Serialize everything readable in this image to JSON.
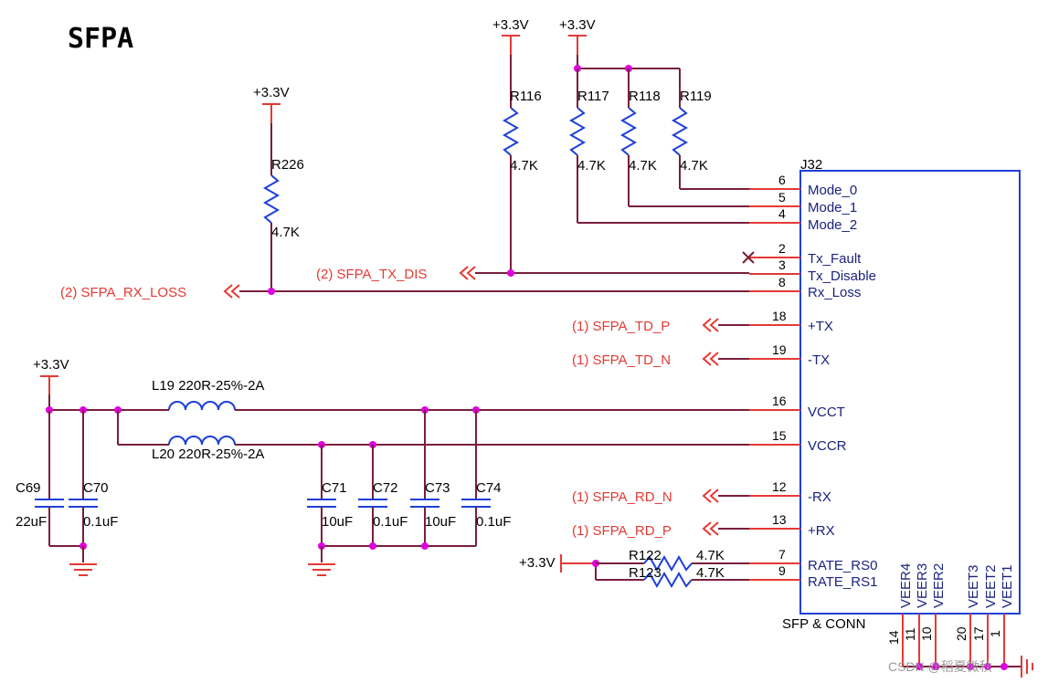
{
  "title": "SFPA",
  "power_label": "+3.3V",
  "connector": {
    "ref": "J32",
    "name": "SFP & CONN",
    "pins": [
      {
        "num": "6",
        "label": "Mode_0"
      },
      {
        "num": "5",
        "label": "Mode_1"
      },
      {
        "num": "4",
        "label": "Mode_2"
      },
      {
        "num": "2",
        "label": "Tx_Fault"
      },
      {
        "num": "3",
        "label": "Tx_Disable"
      },
      {
        "num": "8",
        "label": "Rx_Loss"
      },
      {
        "num": "18",
        "label": "+TX"
      },
      {
        "num": "19",
        "label": "-TX"
      },
      {
        "num": "16",
        "label": "VCCT"
      },
      {
        "num": "15",
        "label": "VCCR"
      },
      {
        "num": "12",
        "label": "-RX"
      },
      {
        "num": "13",
        "label": "+RX"
      },
      {
        "num": "7",
        "label": "RATE_RS0"
      },
      {
        "num": "9",
        "label": "RATE_RS1"
      }
    ],
    "bottom_pins": [
      {
        "num": "14",
        "label": "VEER4"
      },
      {
        "num": "11",
        "label": "VEER3"
      },
      {
        "num": "10",
        "label": "VEER2"
      },
      {
        "num": "20",
        "label": "VEET3"
      },
      {
        "num": "17",
        "label": "VEET2"
      },
      {
        "num": "1",
        "label": "VEET1"
      }
    ]
  },
  "resistors": {
    "r226": {
      "ref": "R226",
      "value": "4.7K"
    },
    "r116": {
      "ref": "R116",
      "value": "4.7K"
    },
    "r117": {
      "ref": "R117",
      "value": "4.7K"
    },
    "r118": {
      "ref": "R118",
      "value": "4.7K"
    },
    "r119": {
      "ref": "R119",
      "value": "4.7K"
    },
    "r122": {
      "ref": "R122",
      "value": "4.7K"
    },
    "r123": {
      "ref": "R123",
      "value": "4.7K"
    }
  },
  "inductors": {
    "l19": "L19  220R-25%-2A",
    "l20": "L20  220R-25%-2A"
  },
  "capacitors": {
    "c69": {
      "ref": "C69",
      "value": "22uF"
    },
    "c70": {
      "ref": "C70",
      "value": "0.1uF"
    },
    "c71": {
      "ref": "C71",
      "value": "10uF"
    },
    "c72": {
      "ref": "C72",
      "value": "0.1uF"
    },
    "c73": {
      "ref": "C73",
      "value": "10uF"
    },
    "c74": {
      "ref": "C74",
      "value": "0.1uF"
    }
  },
  "nets": {
    "rx_loss": "(2)  SFPA_RX_LOSS",
    "tx_dis": "(2)  SFPA_TX_DIS",
    "td_p": "(1)  SFPA_TD_P",
    "td_n": "(1)  SFPA_TD_N",
    "rd_n": "(1)  SFPA_RD_N",
    "rd_p": "(1)  SFPA_RD_P"
  },
  "colors": {
    "wire": "#7a1f3a",
    "pin": "#e53935",
    "component": "#1e3fd8",
    "junction": "#e000e0",
    "pin_label": "#1a237e"
  },
  "watermark": "CSDN @稻夏微秋"
}
